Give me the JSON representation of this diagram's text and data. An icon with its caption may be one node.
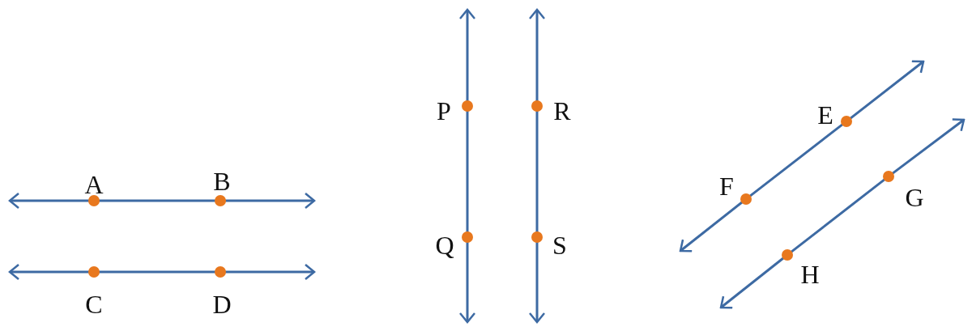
{
  "diagram": {
    "nodes": [
      {
        "text": [
          "A"
        ]
      },
      {
        "text": [
          "B"
        ]
      },
      {
        "text": [
          "C"
        ]
      },
      {
        "text": [
          "D"
        ]
      },
      {
        "text": [
          "P"
        ]
      },
      {
        "text": [
          "Q"
        ]
      },
      {
        "text": [
          "R"
        ]
      },
      {
        "text": [
          "S"
        ]
      },
      {
        "text": [
          "E"
        ]
      },
      {
        "text": [
          "F"
        ]
      },
      {
        "text": [
          "G"
        ]
      },
      {
        "text": [
          "H"
        ]
      }
    ],
    "edges": [
      {
        "from": 0,
        "to": null,
        "arrow": "to"
      },
      {
        "from": 0,
        "to": 1,
        "arrow": "none"
      },
      {
        "from": 1,
        "to": null,
        "arrow": "to"
      },
      {
        "from": 2,
        "to": null,
        "arrow": "to"
      },
      {
        "from": 2,
        "to": 3,
        "arrow": "none"
      },
      {
        "from": 3,
        "to": null,
        "arrow": "to"
      },
      {
        "from": 4,
        "to": null,
        "arrow": "to"
      },
      {
        "from": 4,
        "to": 5,
        "arrow": "none"
      },
      {
        "from": 5,
        "to": null,
        "arrow": "to"
      },
      {
        "from": 6,
        "to": null,
        "arrow": "to"
      },
      {
        "from": 6,
        "to": 7,
        "arrow": "none"
      },
      {
        "from": 7,
        "to": null,
        "arrow": "to"
      },
      {
        "from": 8,
        "to": null,
        "arrow": "to"
      },
      {
        "from": 8,
        "to": 9,
        "arrow": "none"
      },
      {
        "from": 9,
        "to": null,
        "arrow": "to"
      },
      {
        "from": 10,
        "to": null,
        "arrow": "to"
      },
      {
        "from": 10,
        "to": 11,
        "arrow": "none"
      },
      {
        "from": 11,
        "to": null,
        "arrow": "to"
      }
    ]
  }
}
